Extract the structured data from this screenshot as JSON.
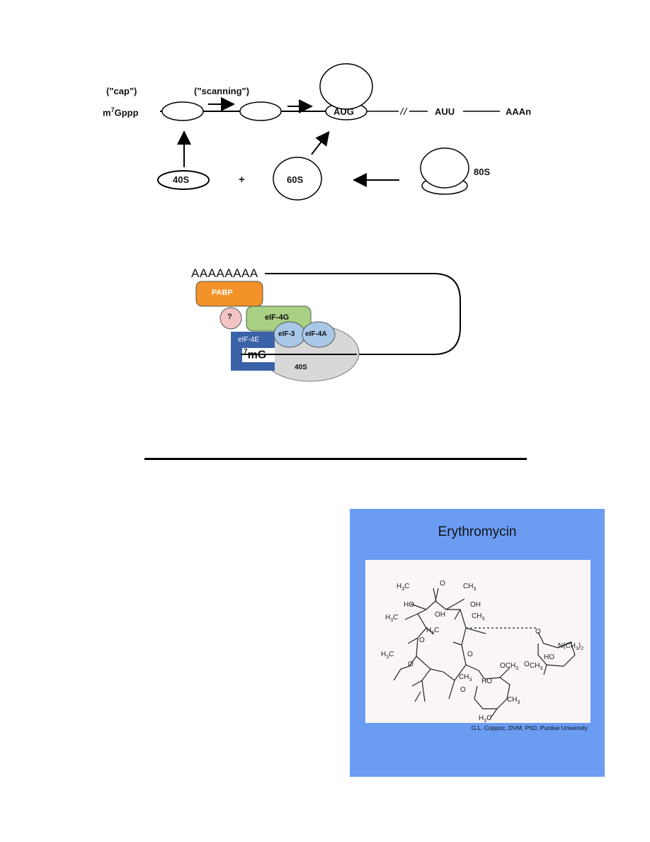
{
  "figure1": {
    "cap_label": "(\"cap\")",
    "scanning_label": "(\"scanning\")",
    "cap_structure": "m",
    "cap_superscript": "7",
    "cap_suffix": "Gppp",
    "start_codon": "AUG",
    "stop_codon": "AUU",
    "poly_a": "AAAn",
    "subunit_small": "40S",
    "plus_sign": "+",
    "subunit_large": "60S",
    "ribosome": "80S"
  },
  "figure2": {
    "poly_a_tail": "AAAAAAAA",
    "pabp": "PABP",
    "unknown": "?",
    "eif4g": "eIF-4G",
    "eif4e": "eIF-4E",
    "eif3": "eIF-3",
    "eif4a": "eIF-4A",
    "cap_superscript": "7",
    "cap": "mG",
    "ribosome_40s": "40S"
  },
  "erythromycin": {
    "title": "Erythromycin",
    "credit": "G.L. Coppoc, DVM, PhD, Purdue University"
  },
  "colors": {
    "pabp": "#f39228",
    "eif4g": "#a8d183",
    "unknown": "#f4c4c4",
    "eif4e": "#3a62a8",
    "eif_small": "#a9c8e8",
    "ribosome_40s": "#d8d8d8",
    "panel_bg": "#6a9cf2"
  }
}
